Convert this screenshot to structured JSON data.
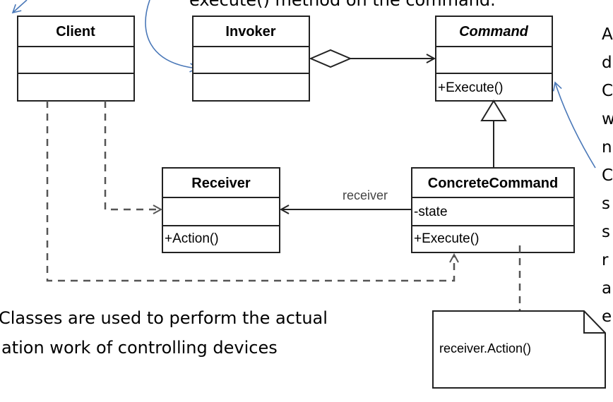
{
  "top_caption": "execute() method on the command.",
  "classes": {
    "client": {
      "name": "Client"
    },
    "invoker": {
      "name": "Invoker"
    },
    "command": {
      "name": "Command",
      "operation": "+Execute()"
    },
    "receiver": {
      "name": "Receiver",
      "operation": "+Action()"
    },
    "concrete_command": {
      "name": "ConcreteCommand",
      "attribute": "-state",
      "operation": "+Execute()"
    }
  },
  "association_label": "receiver",
  "note": {
    "text": "receiver.Action()"
  },
  "bottom_caption": {
    "line1": "Classes are used to perform the actual",
    "line2": "ation work of controlling devices"
  },
  "right_text_fragments": [
    "A",
    "d",
    "C",
    "w",
    "n",
    "C",
    "s",
    "s",
    "r",
    "a",
    "e"
  ],
  "colors": {
    "annotation_arrow": "#4a78b8",
    "line": "#222222",
    "dashed": "#555555"
  }
}
